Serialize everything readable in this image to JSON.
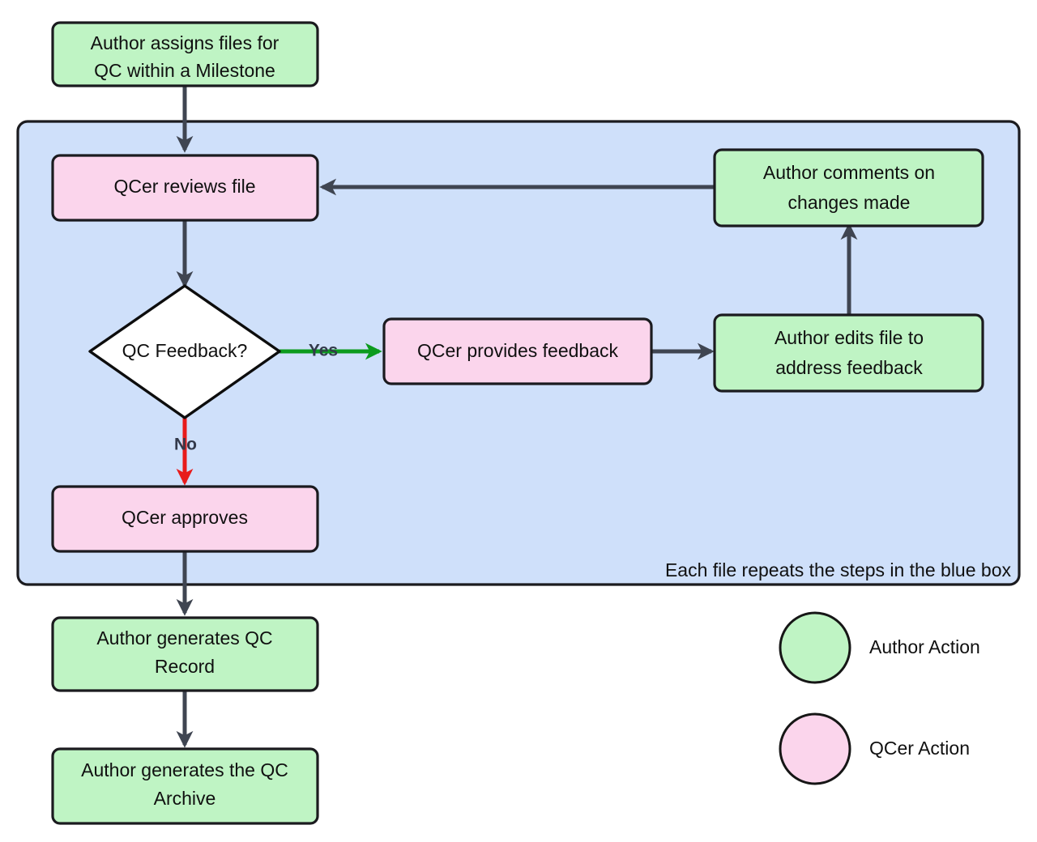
{
  "diagram": {
    "title": "QC Workflow Flowchart",
    "background_color": "#ffffff",
    "container": {
      "label": "Each file repeats the steps in the blue box",
      "fill_color": "#cfe0fa",
      "stroke_color": "#1b1b1f"
    },
    "colors": {
      "author_action_fill": "#bff4c4",
      "qcer_action_fill": "#fbd5ec",
      "decision_fill": "#ffffff",
      "edge_default": "#3f4551",
      "edge_yes": "#0c9b1e",
      "edge_no": "#e81b1b",
      "node_stroke": "#1b1b1f",
      "text": "#101010"
    },
    "nodes": [
      {
        "id": "assign",
        "type": "process",
        "actor": "author",
        "lines": [
          "Author assigns files for",
          "QC within a Milestone"
        ]
      },
      {
        "id": "review",
        "type": "process",
        "actor": "qcer",
        "lines": [
          "QCer reviews file"
        ]
      },
      {
        "id": "decision",
        "type": "decision",
        "actor": "none",
        "lines": [
          "QC Feedback?"
        ]
      },
      {
        "id": "feedback",
        "type": "process",
        "actor": "qcer",
        "lines": [
          "QCer provides feedback"
        ]
      },
      {
        "id": "edits",
        "type": "process",
        "actor": "author",
        "lines": [
          "Author edits file to",
          "address feedback"
        ]
      },
      {
        "id": "comments",
        "type": "process",
        "actor": "author",
        "lines": [
          "Author comments on",
          "changes made"
        ]
      },
      {
        "id": "approves",
        "type": "process",
        "actor": "qcer",
        "lines": [
          "QCer approves"
        ]
      },
      {
        "id": "qc_record",
        "type": "process",
        "actor": "author",
        "lines": [
          "Author generates QC",
          "Record"
        ]
      },
      {
        "id": "qc_archive",
        "type": "process",
        "actor": "author",
        "lines": [
          "Author generates the QC",
          "Archive"
        ]
      }
    ],
    "edges": [
      {
        "from": "assign",
        "to": "review",
        "label": "",
        "color": "#3f4551"
      },
      {
        "from": "review",
        "to": "decision",
        "label": "",
        "color": "#3f4551"
      },
      {
        "from": "decision",
        "to": "feedback",
        "label": "Yes",
        "color": "#0c9b1e"
      },
      {
        "from": "decision",
        "to": "approves",
        "label": "No",
        "color": "#e81b1b"
      },
      {
        "from": "feedback",
        "to": "edits",
        "label": "",
        "color": "#3f4551"
      },
      {
        "from": "edits",
        "to": "comments",
        "label": "",
        "color": "#3f4551"
      },
      {
        "from": "comments",
        "to": "review",
        "label": "",
        "color": "#3f4551"
      },
      {
        "from": "approves",
        "to": "qc_record",
        "label": "",
        "color": "#3f4551"
      },
      {
        "from": "qc_record",
        "to": "qc_archive",
        "label": "",
        "color": "#3f4551"
      }
    ],
    "edge_labels": {
      "yes": "Yes",
      "no": "No"
    },
    "legend": {
      "items": [
        {
          "label": "Author Action",
          "color": "#bff4c4"
        },
        {
          "label": "QCer Action",
          "color": "#fbd5ec"
        }
      ]
    }
  }
}
